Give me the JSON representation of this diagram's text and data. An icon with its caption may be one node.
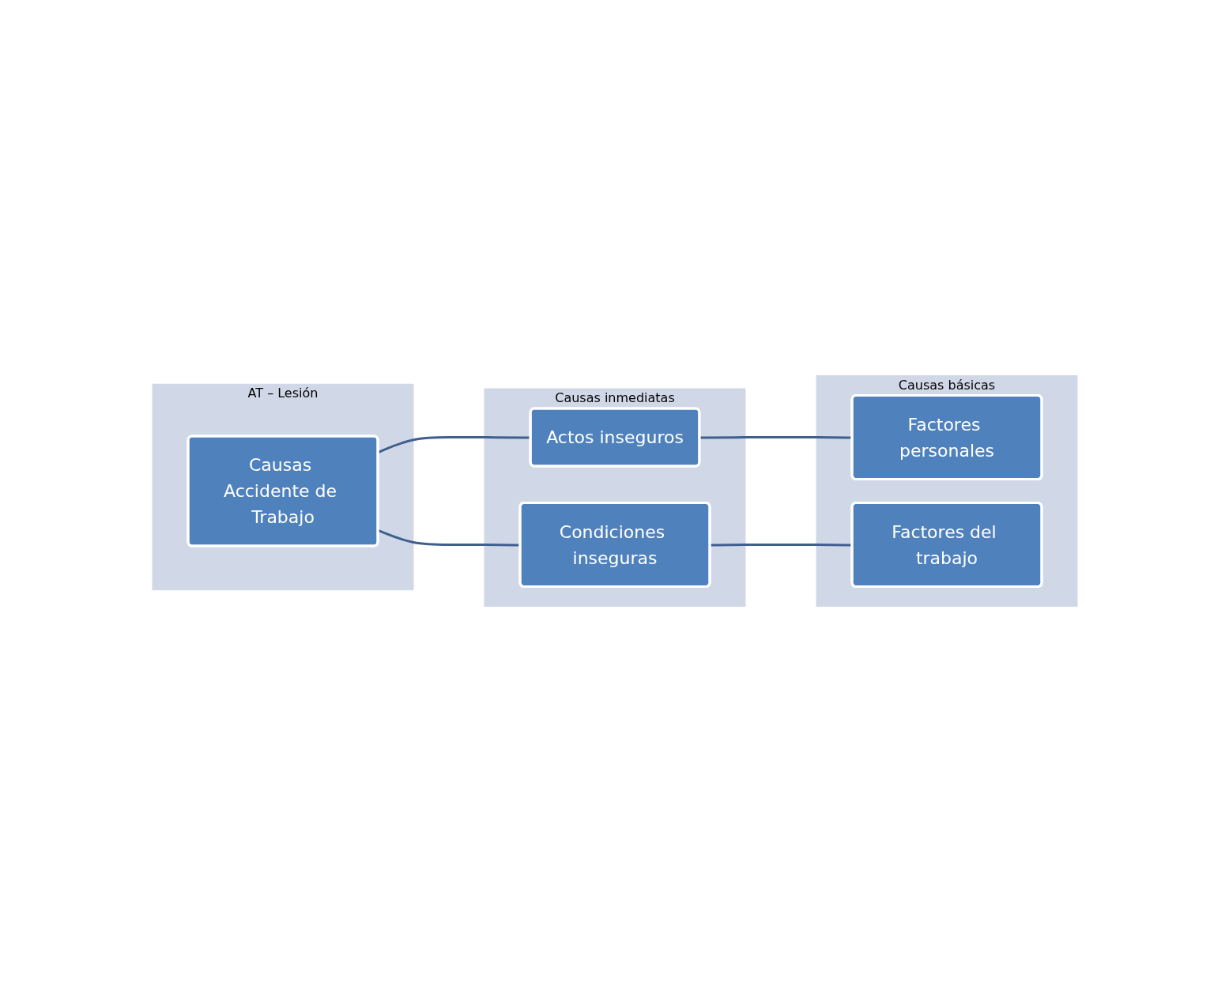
{
  "diagram": {
    "nodes": [
      {
        "text": [
          "AT – Lesión"
        ]
      },
      {
        "text": [
          "Causas inmediatas"
        ]
      },
      {
        "text": [
          "Causas básicas"
        ]
      },
      {
        "text": [
          "Causas Accidente de Trabajo"
        ],
        "in": 0
      },
      {
        "text": [
          "Actos inseguros"
        ],
        "in": 1
      },
      {
        "text": [
          "Condiciones inseguras"
        ],
        "in": 1
      },
      {
        "text": [
          "Factores personales"
        ],
        "in": 2
      },
      {
        "text": [
          "Factores del trabajo"
        ],
        "in": 2
      }
    ],
    "edges": [
      {
        "from": 3,
        "to": 4,
        "arrow": "none"
      },
      {
        "from": 3,
        "to": 5,
        "arrow": "none"
      },
      {
        "from": 4,
        "to": 6,
        "arrow": "none"
      },
      {
        "from": 5,
        "to": 7,
        "arrow": "none"
      }
    ]
  }
}
